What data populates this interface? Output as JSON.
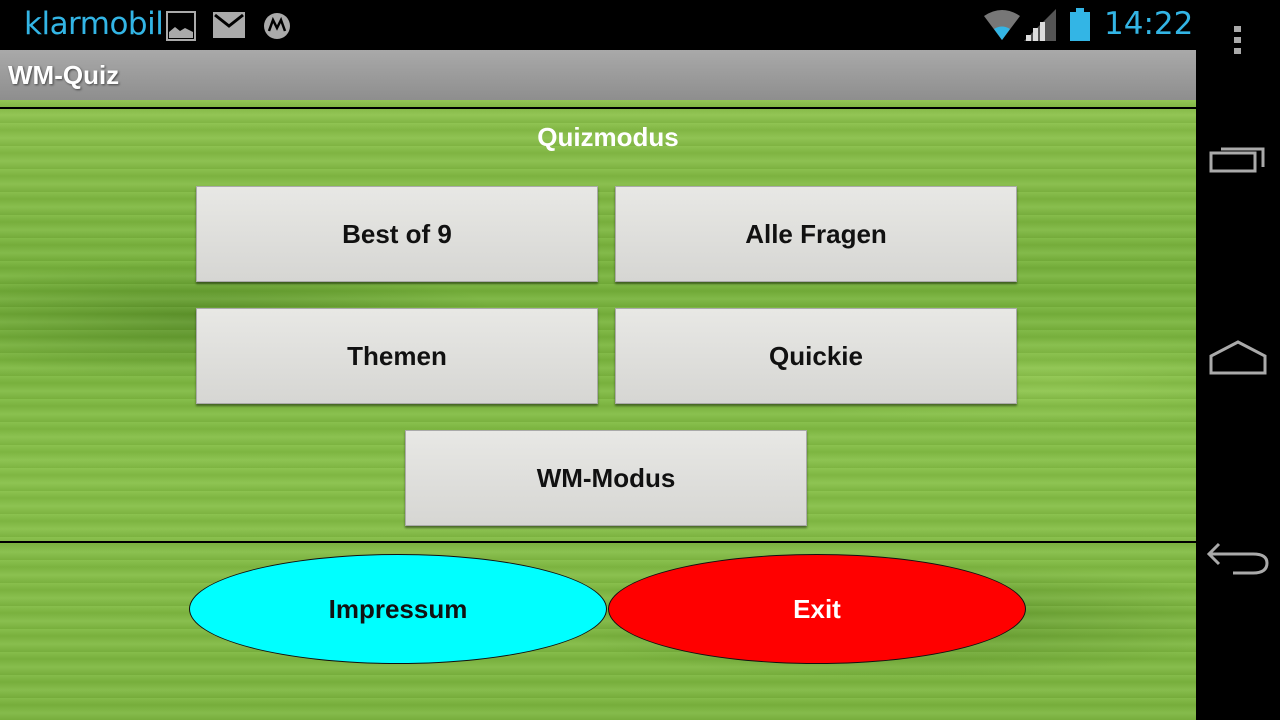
{
  "status_bar": {
    "carrier": "klarmobil",
    "notification_icons": [
      "image-icon",
      "mail-icon",
      "motorola-icon"
    ],
    "system_icons": [
      "wifi-icon",
      "signal-icon",
      "battery-icon"
    ],
    "time": "14:22"
  },
  "action_bar": {
    "title": "WM-Quiz"
  },
  "main": {
    "section_title": "Quizmodus",
    "mode_buttons": [
      {
        "label": "Best of 9"
      },
      {
        "label": "Alle Fragen"
      },
      {
        "label": "Themen"
      },
      {
        "label": "Quickie"
      },
      {
        "label": "WM-Modus"
      }
    ],
    "footer_buttons": [
      {
        "label": "Impressum",
        "color": "#00ffff",
        "text_color": "#111111"
      },
      {
        "label": "Exit",
        "color": "#ff0000",
        "text_color": "#ffffff"
      }
    ]
  },
  "nav_bar": {
    "items": [
      "overflow-menu-icon",
      "recent-apps-icon",
      "home-icon",
      "back-icon"
    ]
  }
}
